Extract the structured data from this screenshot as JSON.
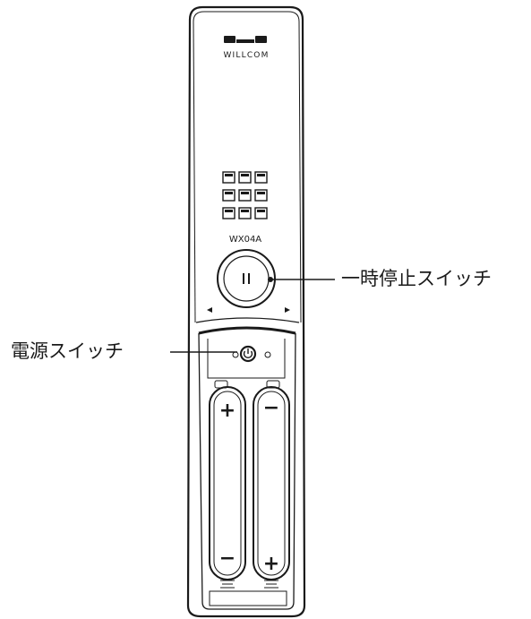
{
  "device": {
    "brand": "WILLCOM",
    "model": "WX04A"
  },
  "battery_slots": [
    {
      "top_sign": "+",
      "bottom_sign": "−"
    },
    {
      "top_sign": "−",
      "bottom_sign": "+"
    }
  ],
  "callouts": {
    "pause_switch": "一時停止スイッチ",
    "power_switch": "電源スイッチ"
  },
  "colors": {
    "line": "#1a1a1a",
    "background": "#ffffff"
  }
}
